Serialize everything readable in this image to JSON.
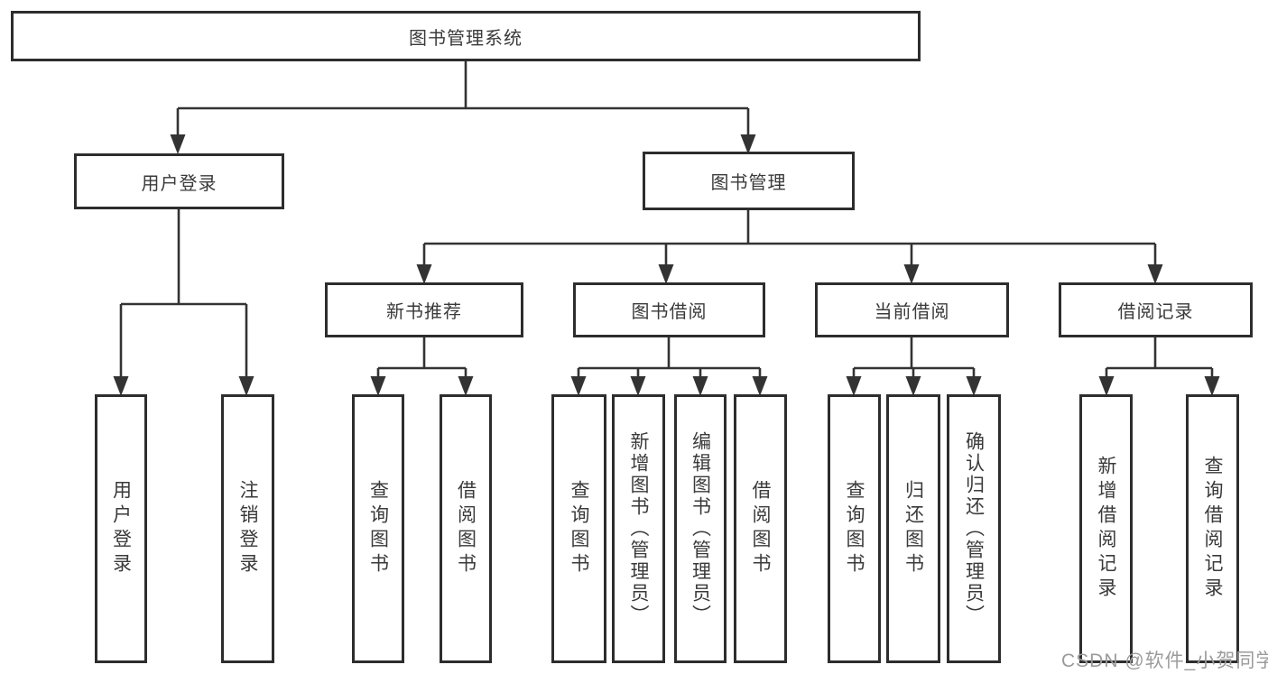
{
  "tree": {
    "label": "图书管理系统",
    "children": [
      {
        "label": "用户登录",
        "children": [
          {
            "label": "用户登录"
          },
          {
            "label": "注销登录"
          }
        ]
      },
      {
        "label": "图书管理",
        "children": [
          {
            "label": "新书推荐",
            "children": [
              {
                "label": "查询图书"
              },
              {
                "label": "借阅图书"
              }
            ]
          },
          {
            "label": "图书借阅",
            "children": [
              {
                "label": "查询图书"
              },
              {
                "label": "新增图书（管理员）"
              },
              {
                "label": "编辑图书（管理员）"
              },
              {
                "label": "借阅图书"
              }
            ]
          },
          {
            "label": "当前借阅",
            "children": [
              {
                "label": "查询图书"
              },
              {
                "label": "归还图书"
              },
              {
                "label": "确认归还（管理员）"
              }
            ]
          },
          {
            "label": "借阅记录",
            "children": [
              {
                "label": "新增借阅记录"
              },
              {
                "label": "查询借阅记录"
              }
            ]
          }
        ]
      }
    ]
  },
  "watermark": {
    "text": "CSDN @软件_小贺同学"
  },
  "colors": {
    "line": "#333333",
    "box_border": "#2d2d2d",
    "text": "#3a3a3a",
    "watermark": "#9b9b9b"
  }
}
